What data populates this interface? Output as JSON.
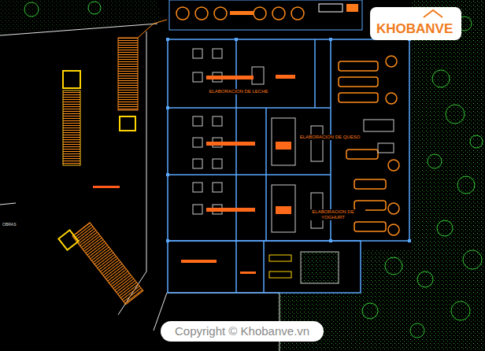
{
  "diagram": {
    "labels": [
      "ELABORACION DE LECHE",
      "ELABORACION DE QUESO",
      "ELABORACION DE YOGHURT",
      "OBRAS",
      "KHOBANVE",
      "Copyright © Khobanve.vn"
    ]
  }
}
